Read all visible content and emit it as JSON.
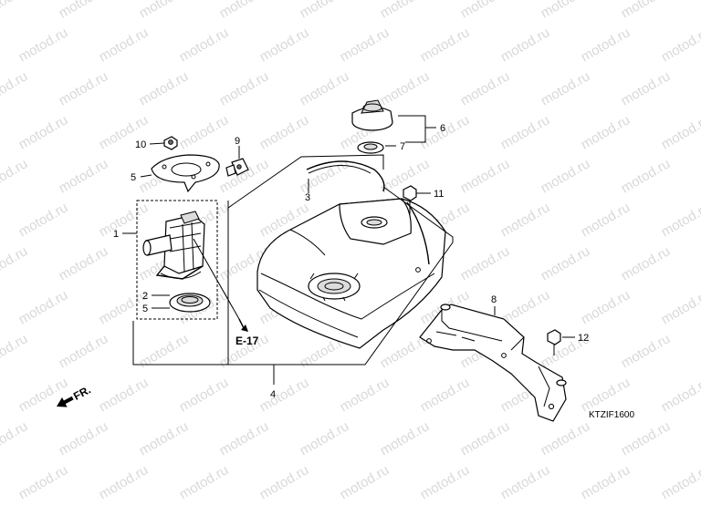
{
  "watermark": {
    "text": "motod.ru",
    "color": "#d9d9d9",
    "angle": -30
  },
  "callouts": [
    {
      "label": "1"
    },
    {
      "label": "2"
    },
    {
      "label": "3"
    },
    {
      "label": "4"
    },
    {
      "label": "5"
    },
    {
      "label": "5"
    },
    {
      "label": "6"
    },
    {
      "label": "7"
    },
    {
      "label": "8"
    },
    {
      "label": "9"
    },
    {
      "label": "10"
    },
    {
      "label": "11"
    },
    {
      "label": "12"
    }
  ],
  "reference": {
    "label": "E-17"
  },
  "direction": {
    "label": "FR."
  },
  "diagram_code": "KTZIF1600"
}
